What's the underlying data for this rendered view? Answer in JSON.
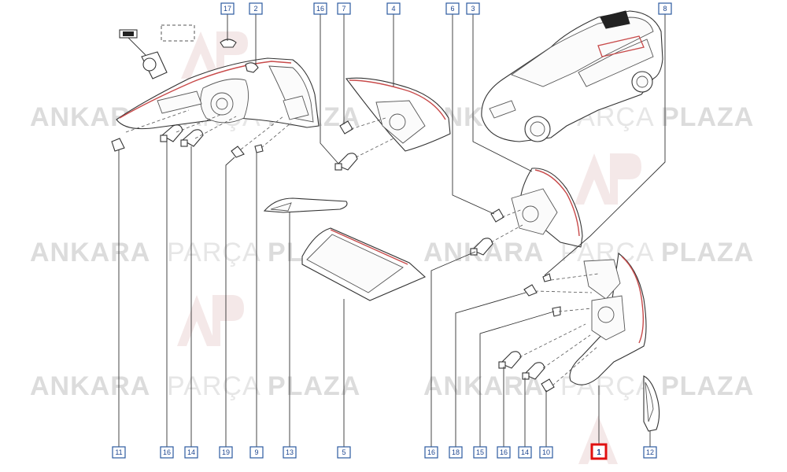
{
  "watermark": {
    "word1": "ANKARA",
    "word2": "PARÇA",
    "word3": "PLAZA",
    "logo": "AP"
  },
  "callouts": {
    "top_17": "17",
    "top_2": "2",
    "top_16": "16",
    "top_7": "7",
    "top_4": "4",
    "top_6": "6",
    "top_3": "3",
    "top_8": "8",
    "bot_11": "11",
    "bot_16a": "16",
    "bot_14a": "14",
    "bot_19": "19",
    "bot_9": "9",
    "bot_13": "13",
    "bot_5": "5",
    "bot_16b": "16",
    "bot_18": "18",
    "bot_15": "15",
    "bot_16c": "16",
    "bot_14b": "14",
    "bot_10": "10",
    "bot_1": "1",
    "bot_12": "12"
  },
  "colors": {
    "callout_border": "#2c5aa0",
    "callout_text": "#1d4690",
    "selected_border": "#e01010",
    "lamp_red_trim": "#c84a4a",
    "watermark": "#dcdcdc"
  }
}
